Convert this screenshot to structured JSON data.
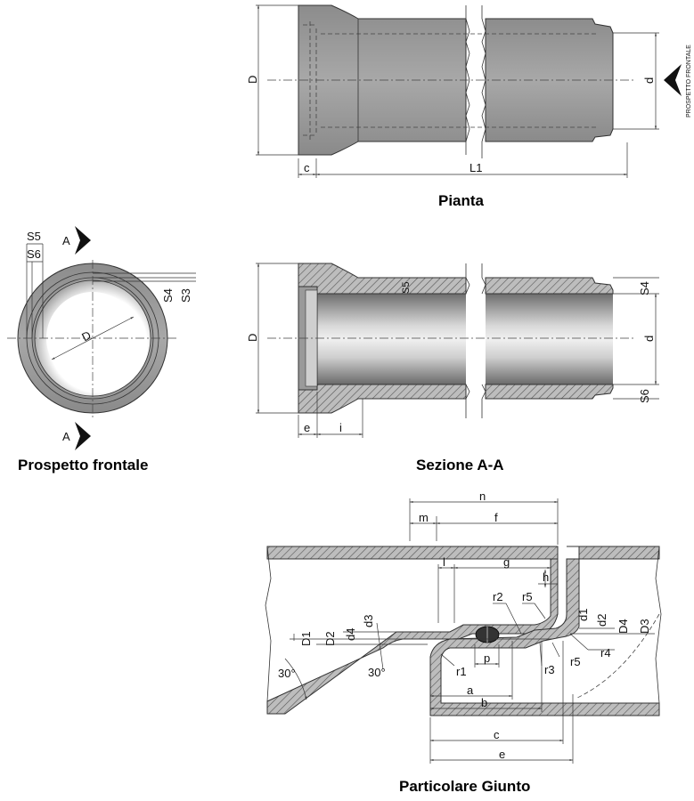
{
  "titles": {
    "pianta": "Pianta",
    "prospetto": "Prospetto frontale",
    "sezione": "Sezione A-A",
    "particolare": "Particolare Giunto"
  },
  "pianta": {
    "D": "D",
    "d": "d",
    "c": "c",
    "L1": "L1",
    "side_note": "PROSPETTO FRONTALE"
  },
  "prospetto": {
    "S5": "S5",
    "S6": "S6",
    "A_top": "A",
    "A_bottom": "A",
    "D": "D",
    "S4": "S4",
    "S3": "S3"
  },
  "sezione": {
    "D": "D",
    "d": "d",
    "S5": "S5",
    "S4": "S4",
    "S6": "S6",
    "e": "e",
    "i": "i"
  },
  "giunto": {
    "n": "n",
    "m": "m",
    "f": "f",
    "l": "l",
    "g": "g",
    "h": "h",
    "r2": "r2",
    "r5_top": "r5",
    "r5_bottom": "r5",
    "r4": "r4",
    "r3": "r3",
    "r1": "r1",
    "D1": "D1",
    "D2": "D2",
    "d4": "d4",
    "d3": "d3",
    "d1": "d1",
    "d2": "d2",
    "D4": "D4",
    "D3": "D3",
    "p": "p",
    "a": "a",
    "b": "b",
    "c": "c",
    "e": "e",
    "angle_left": "30°",
    "angle_mid": "30°"
  }
}
